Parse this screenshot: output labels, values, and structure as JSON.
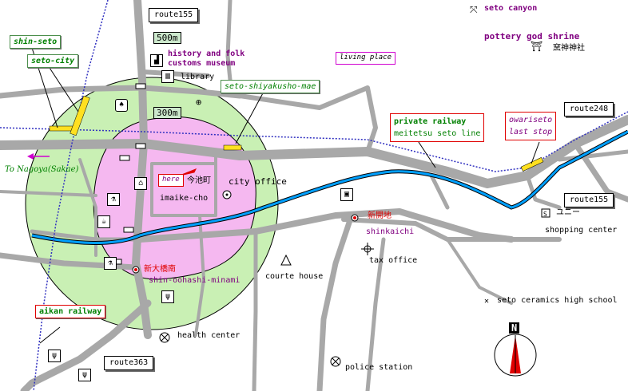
{
  "labels": {
    "route155_top": "route155",
    "dist_500": "500m",
    "dist_300": "300m",
    "history_museum": "history and folk\ncustoms museum",
    "library": "library",
    "shin_seto": "shin-seto",
    "seto_city": "seto-city",
    "seto_shiyakusho_mae": "seto-shiyakusho-mae",
    "living_place": "living place",
    "seto_canyon": "seto canyon",
    "pottery_god_shrine": "pottery god shrine",
    "shrine_kanji": "窯神神社",
    "private_railway": "private railway",
    "meitetsu_seto_line": "meitetsu seto line",
    "route248": "route248",
    "owariseto": "owariseto\nlast stop",
    "route155_right": "route155",
    "to_nagoya": "To Nagoya(Sakae)",
    "here": "here",
    "imaike_kanji": "今池町",
    "imaike_cho": "imaike-cho",
    "city_office": "city office",
    "shinkaichi_kanji": "新開地",
    "shinkaichi": "shinkaichi",
    "shopping_kana": "ユニー",
    "shopping_center": "shopping center",
    "tax_office": "tax office",
    "shin_oohashi_kanji": "新大橋南",
    "shin_oohashi_minami": "shin-oohashi-minami",
    "courte_house": "courte house",
    "seto_ceramics": "seto ceramics high school",
    "aikan_railway": "aikan railway",
    "health_center": "health center",
    "route363": "route363",
    "police_station": "police station",
    "north": "N"
  },
  "colors": {
    "circle_500": "#c9f0b4",
    "circle_300": "#f5b8f0",
    "road": "#a8a8a8",
    "river": "#00a0ff",
    "rail": "#3030c0",
    "label_purple": "#800080",
    "compass_red": "#e00000"
  },
  "icons": {
    "museum": "museum-icon",
    "library": "library-icon",
    "school": "school-icon",
    "shrine": "shrine-icon",
    "tax_office": "tax-office-icon",
    "courthouse": "courthouse-icon",
    "health_center": "health-center-icon",
    "police": "police-icon",
    "restaurant": "restaurant-icon",
    "cafe": "cafe-icon",
    "hotel": "hotel-icon",
    "compass": "compass-icon"
  }
}
